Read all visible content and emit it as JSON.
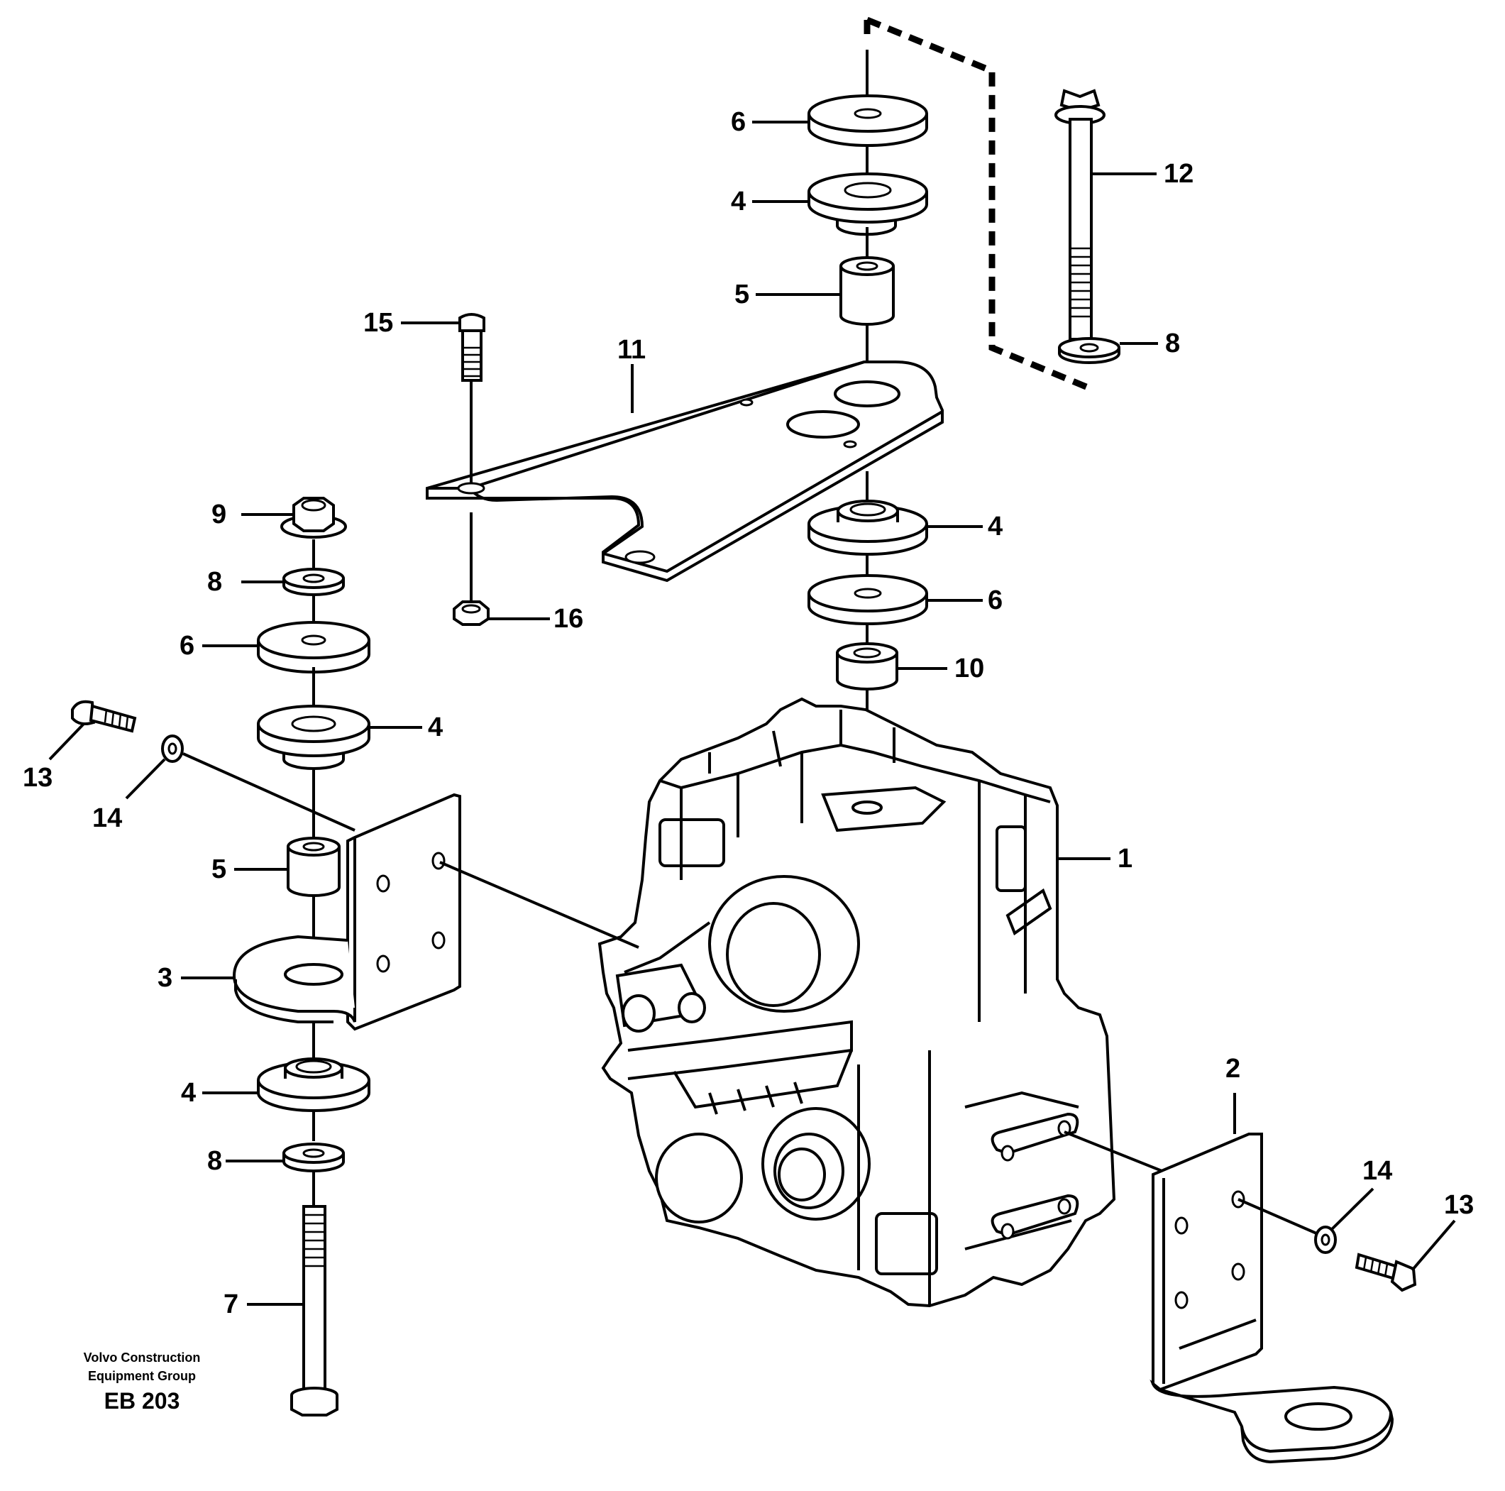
{
  "callouts": {
    "c1": "1",
    "c2": "2",
    "c3": "3",
    "c4_top": "4",
    "c4_mid_right": "4",
    "c4_left_upper": "4",
    "c4_left_lower": "4",
    "c5_top": "5",
    "c5_left": "5",
    "c6_top": "6",
    "c6_right": "6",
    "c6_left": "6",
    "c7": "7",
    "c8_right": "8",
    "c8_left_upper": "8",
    "c8_left_lower": "8",
    "c9": "9",
    "c10": "10",
    "c11": "11",
    "c12": "12",
    "c13_left": "13",
    "c13_right": "13",
    "c14_left": "14",
    "c14_right": "14",
    "c15": "15",
    "c16": "16"
  },
  "footer": {
    "line1": "Volvo Construction",
    "line2": "Equipment Group",
    "code": "EB 203"
  }
}
